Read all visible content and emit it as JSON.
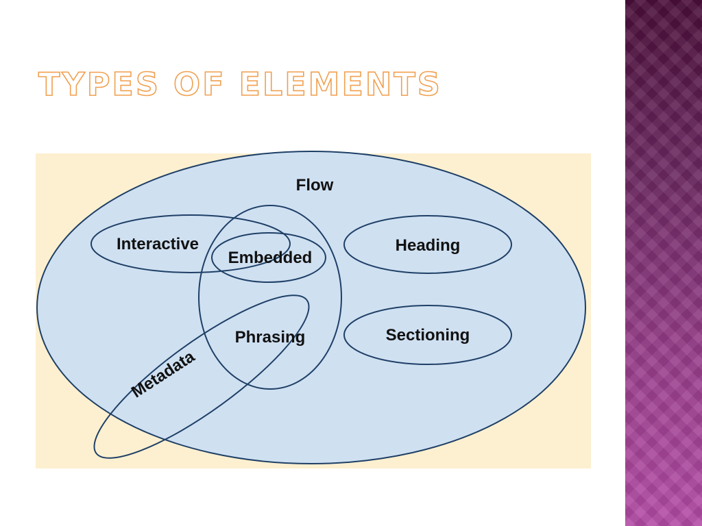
{
  "slide": {
    "title": "Types of Elements"
  },
  "diagram": {
    "sets": {
      "flow": "Flow",
      "interactive": "Interactive",
      "embedded": "Embedded",
      "heading": "Heading",
      "phrasing": "Phrasing",
      "sectioning": "Sectioning",
      "metadata": "Metadata"
    }
  },
  "colors": {
    "background_panel": "#fdf0d0",
    "flow_fill": "#cfe0f1",
    "outline": "#1e3f66",
    "title_outline": "#f0a050",
    "side_bar": "#8a3a80"
  }
}
